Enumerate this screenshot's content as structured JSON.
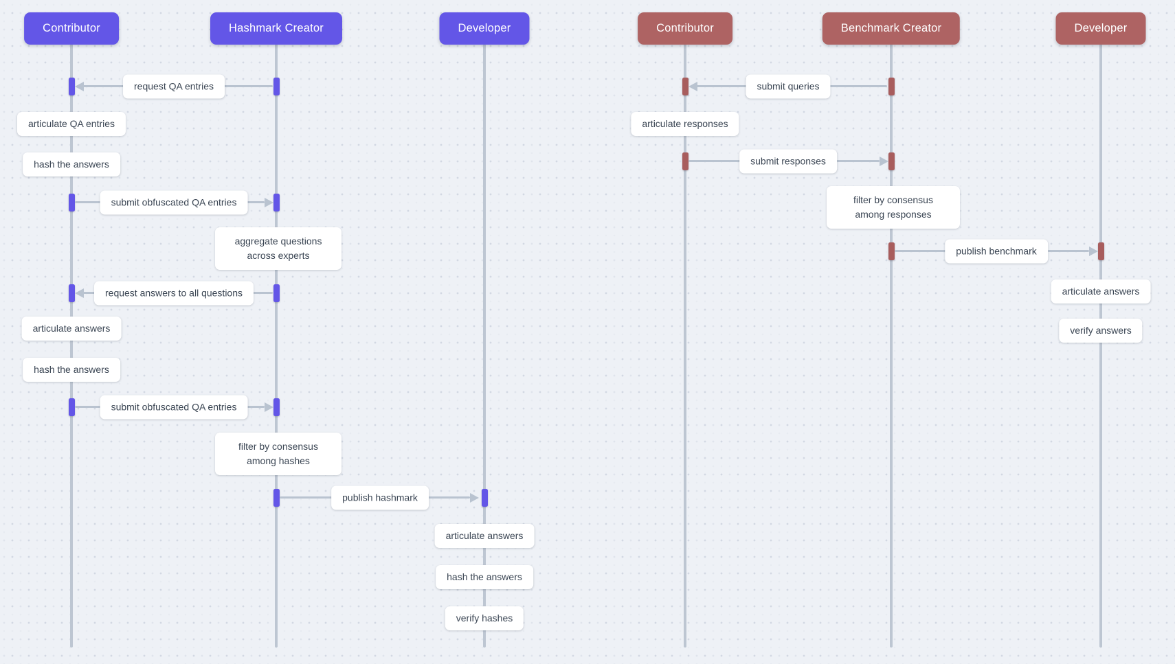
{
  "diagram_type": "sequence-diagram",
  "style_colors": {
    "background": "#eef1f6",
    "dot_dark": "#d2d8e3",
    "dot_light": "#e7ebf1",
    "lifeline": "#bdc6d2",
    "arrow": "#b9c3d0",
    "note_background": "#ffffff",
    "note_text": "#3a4553"
  },
  "hashmark_diagram": {
    "accent_color": "#6356e7",
    "actors": {
      "contributor": "Contributor",
      "hashmark_creator": "Hashmark Creator",
      "developer": "Developer"
    },
    "messages": {
      "request_qa_entries": "request QA entries",
      "submit_obfuscated_qa_entries_1": "submit obfuscated QA entries",
      "request_answers_to_all_questions": "request answers to all questions",
      "submit_obfuscated_qa_entries_2": "submit obfuscated QA entries",
      "publish_hashmark": "publish hashmark"
    },
    "notes": {
      "articulate_qa_entries": "articulate QA entries",
      "hash_the_answers_1": "hash the answers",
      "aggregate_questions_across_experts": "aggregate questions across experts",
      "articulate_answers": "articulate answers",
      "hash_the_answers_2": "hash the answers",
      "filter_by_consensus_among_hashes": "filter by consensus among hashes",
      "developer_articulate_answers": "articulate answers",
      "developer_hash_the_answers": "hash the answers",
      "developer_verify_hashes": "verify hashes"
    }
  },
  "benchmark_diagram": {
    "accent_color": "#ae6363",
    "actors": {
      "contributor": "Contributor",
      "benchmark_creator": "Benchmark Creator",
      "developer": "Developer"
    },
    "messages": {
      "submit_queries": "submit queries",
      "submit_responses": "submit responses",
      "publish_benchmark": "publish benchmark"
    },
    "notes": {
      "articulate_responses": "articulate responses",
      "filter_by_consensus_among_responses": "filter by consensus among responses",
      "developer_articulate_answers": "articulate answers",
      "developer_verify_answers": "verify answers"
    }
  }
}
